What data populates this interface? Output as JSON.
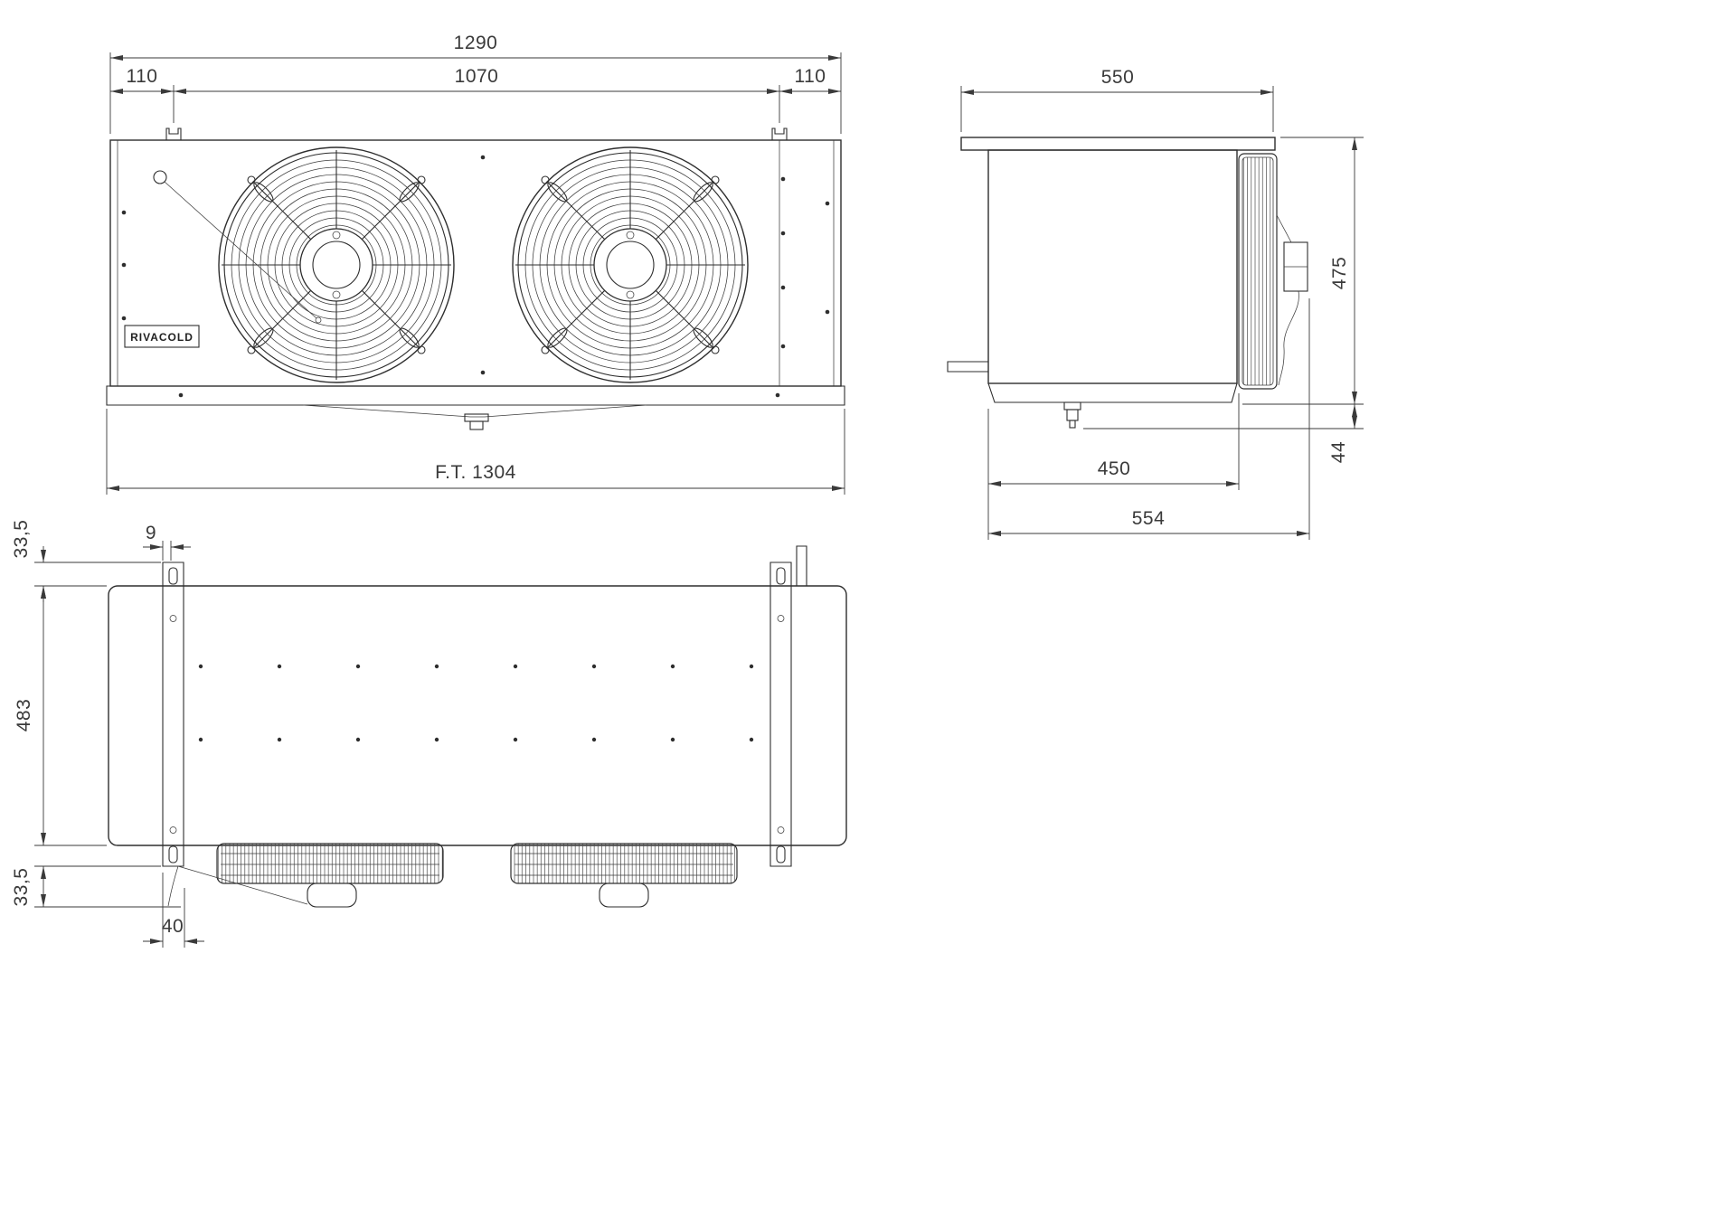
{
  "drawing": {
    "brand": "RIVACOLD",
    "background": "#ffffff",
    "line_color": "#2e2e2e",
    "front_view": {
      "dim_total_width": "1290",
      "dim_left_offset": "110",
      "dim_center_span": "1070",
      "dim_right_offset": "110",
      "dim_overall": "F.T. 1304"
    },
    "side_view": {
      "dim_top_depth": "550",
      "dim_height": "475",
      "dim_drain": "44",
      "dim_inner_depth": "450",
      "dim_total_depth": "554"
    },
    "bottom_view": {
      "dim_top_offset": "33,5",
      "dim_bracket_thickness": "9",
      "dim_height": "483",
      "dim_bottom_offset": "33,5",
      "dim_capillary_offset": "40"
    }
  }
}
